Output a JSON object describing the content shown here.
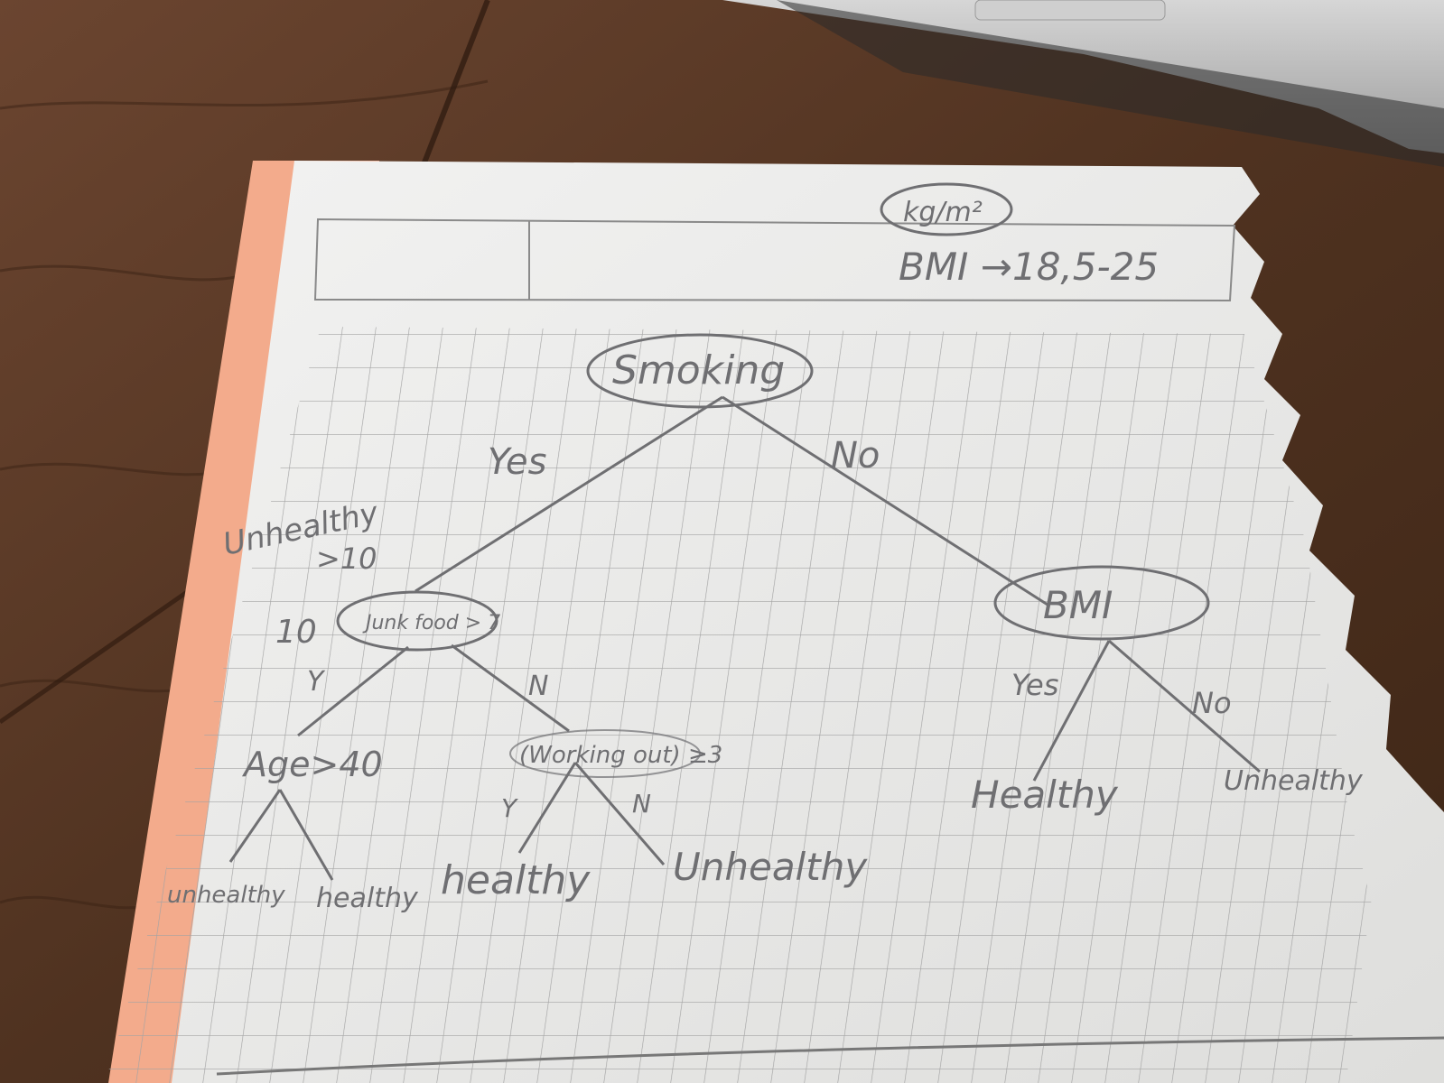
{
  "colors": {
    "desk_dark": "#4a2e1c",
    "desk_light": "#6b4530",
    "paper": "#ececeb",
    "paper_edge": "#f1a888",
    "grid": "#9a9a9a",
    "pencil": "#6f6f72",
    "laptop": "#bfbfbf"
  },
  "header": {
    "unit": "kg/m²",
    "bmi_range": "BMI →18,5-25"
  },
  "tree": {
    "root": "Smoking",
    "branch_yes": "Yes",
    "branch_no": "No",
    "junk_food": "Junk food > 7",
    "junk_note_1": "Unhealthy",
    "junk_note_2": ">10",
    "junk_note_3": "10",
    "junk_yes": "Y",
    "junk_no": "N",
    "age": "Age>40",
    "age_left_leaf": "unhealthy",
    "age_right_leaf": "healthy",
    "working_out": "(Working out) ≥3",
    "wo_yes": "Y",
    "wo_no": "N",
    "wo_left_leaf": "healthy",
    "wo_right_leaf": "Unhealthy",
    "bmi": "BMI",
    "bmi_yes": "Yes",
    "bmi_no": "No",
    "bmi_left_leaf": "Healthy",
    "bmi_right_leaf": "Unhealthy"
  }
}
